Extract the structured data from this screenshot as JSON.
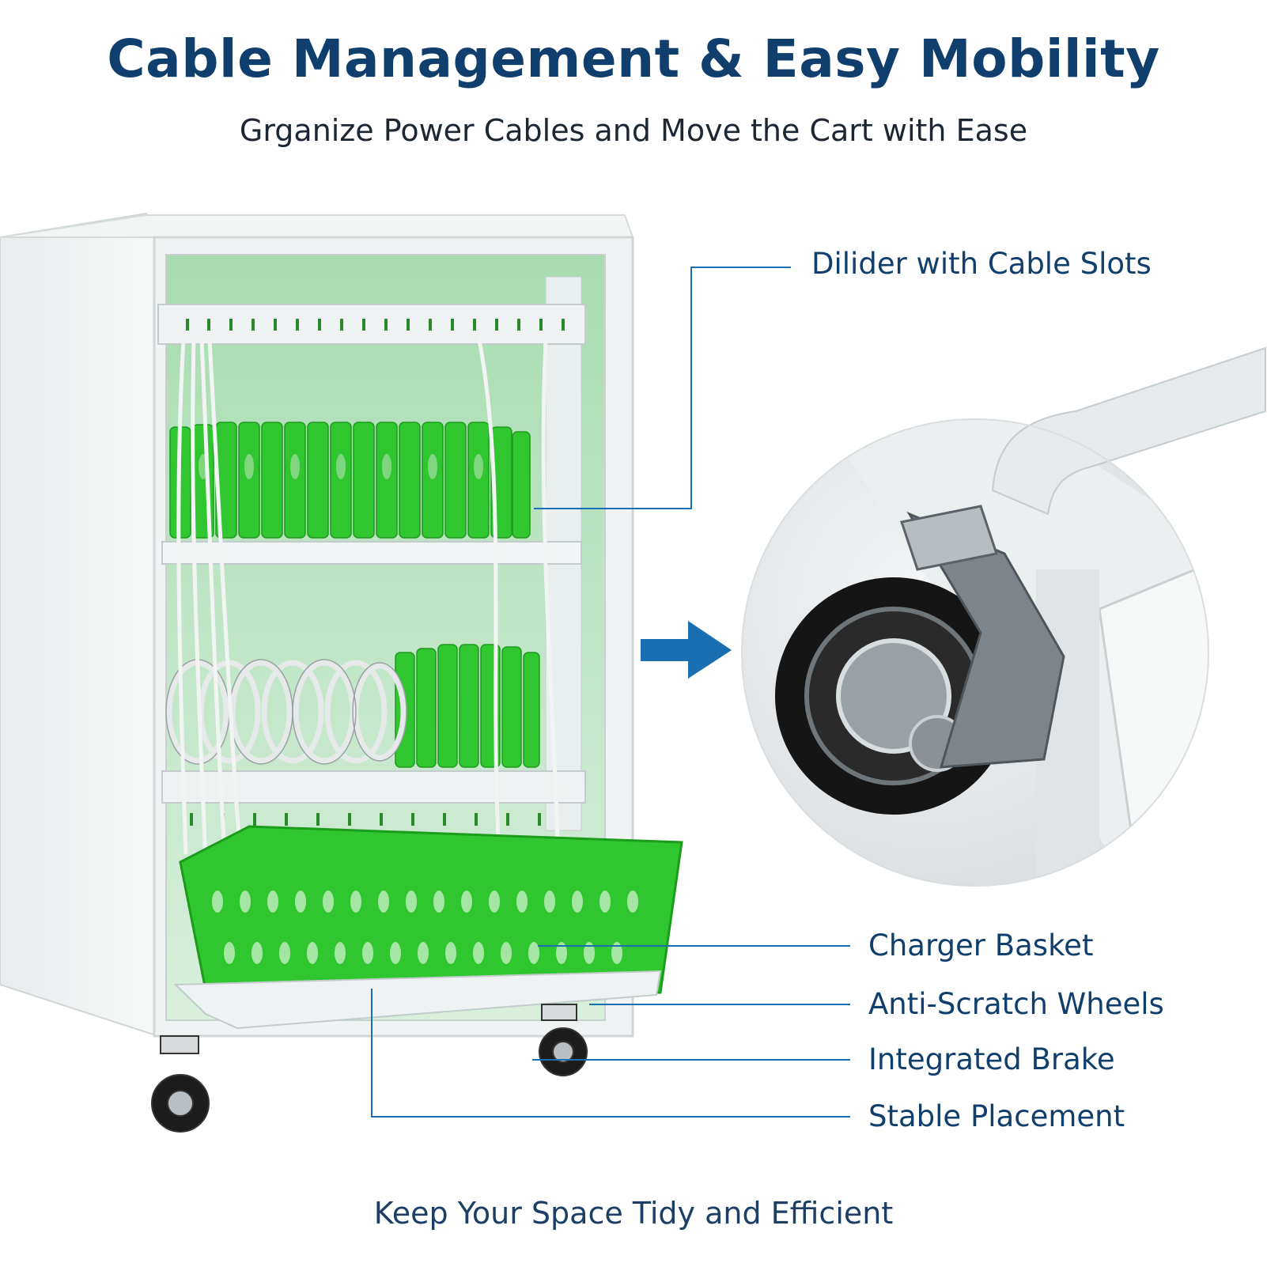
{
  "header": {
    "title": "Cable Management & Easy Mobility",
    "subtitle": "Grganize Power Cables and Move the Cart with Ease"
  },
  "callouts": {
    "divider": "Dilider with Cable Slots",
    "basket": "Charger Basket",
    "wheels": "Anti-Scratch Wheels",
    "brake": "Integrated Brake",
    "placement": "Stable Placement"
  },
  "footer": {
    "tagline": "Keep Your Space Tidy and Efficient"
  },
  "colors": {
    "title": "#113f6d",
    "accent_blue": "#1a6fb3",
    "cart_green": "#2fc62f",
    "cart_body": "#eef1f1"
  }
}
